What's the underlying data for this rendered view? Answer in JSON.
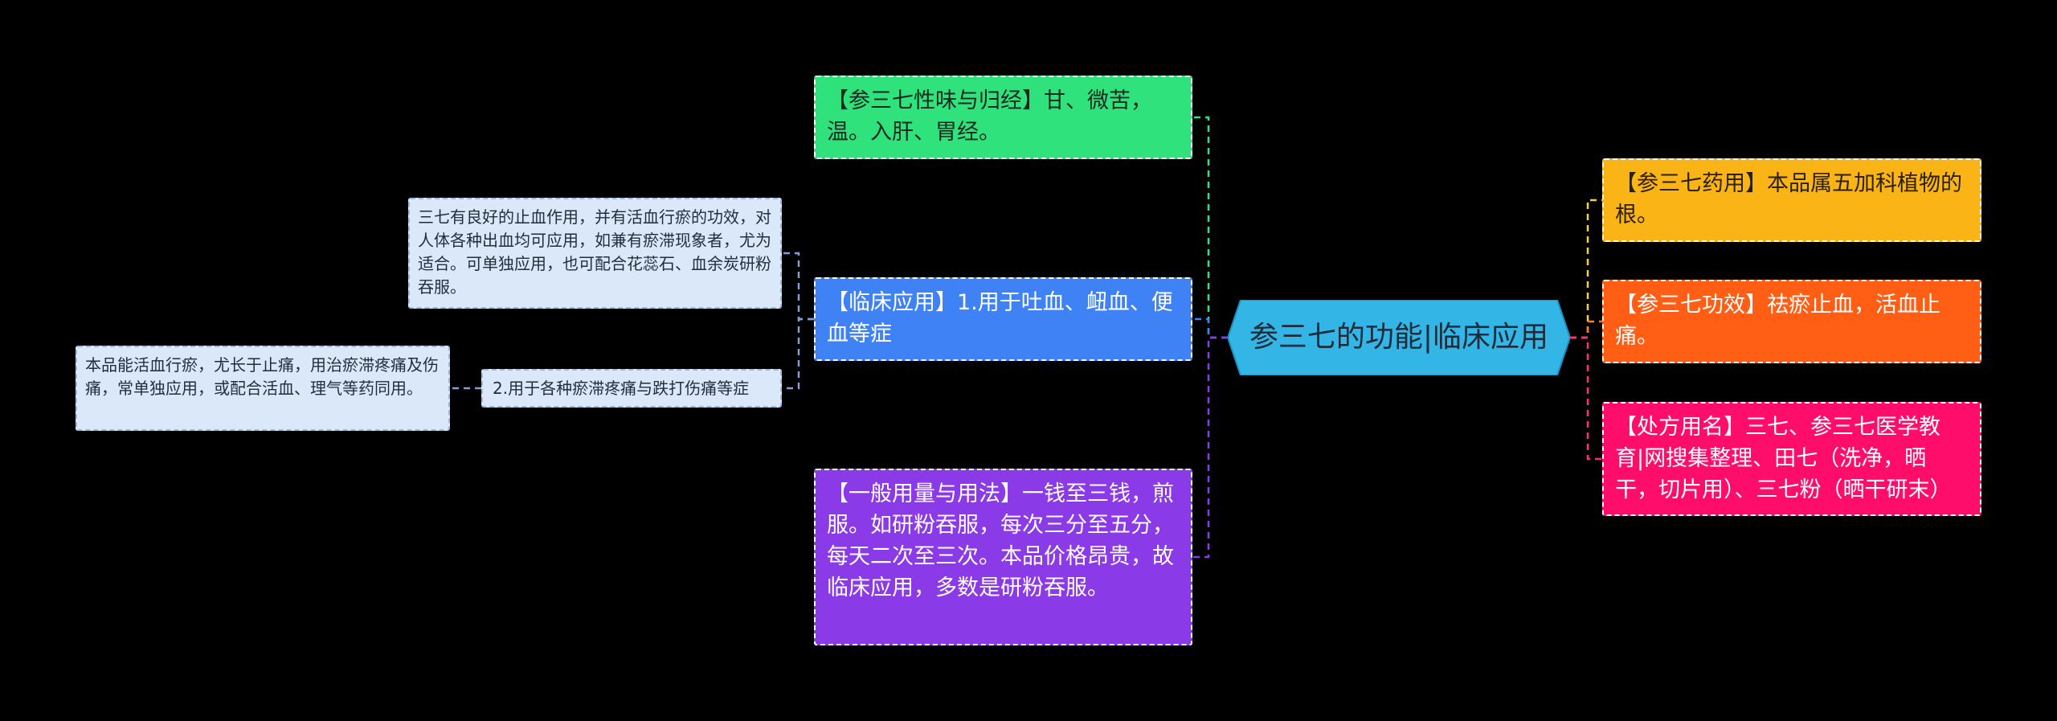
{
  "center": {
    "title": "参三七的功能|临床应用",
    "fill": "#33b5e6"
  },
  "left": {
    "taste": {
      "text": "【参三七性味与归经】甘、微苦，温。入肝、胃经。",
      "fill": "#30e27b",
      "link": "#30e27b"
    },
    "clinical": {
      "text": "【临床应用】1.用于吐血、衄血、便血等症",
      "fill": "#3f82f6",
      "link": "#3f82f6",
      "detail": "三七有良好的止血作用，并有活血行瘀的功效，对人体各种出血均可应用，如兼有瘀滞现象者，尤为适合。可单独应用，也可配合花蕊石、血余炭研粉吞服。",
      "sub": "2.用于各种瘀滞疼痛与跌打伤痛等症",
      "sub_detail": "本品能活血行瘀，尤长于止痛，用治瘀滞疼痛及伤痛，常单独应用，或配合活血、理气等药同用。"
    },
    "dosage": {
      "text": "【一般用量与用法】一钱至三钱，煎服。如研粉吞服，每次三分至五分，每天二次至三次。本品价格昂贵，故临床应用，多数是研粉吞服。",
      "fill": "#8a3ae6",
      "link": "#8a3ae6"
    }
  },
  "right": {
    "medicinal": {
      "text": "【参三七药用】本品属五加科植物的根。",
      "fill": "#fbb415",
      "link": "#f5d23a"
    },
    "efficacy": {
      "text": "【参三七功效】祛瘀止血，活血止痛。",
      "fill": "#ff5e14",
      "link": "#ff7a2a"
    },
    "prescription": {
      "text": "【处方用名】三七、参三七医学教育|网搜集整理、田七（洗净，晒干，切片用）、三七粉（晒干研末）",
      "fill": "#ff0d6a",
      "link": "#ff2b7d"
    }
  },
  "colors": {
    "background": "#000000",
    "light_box": "#dbe8fa",
    "light_link": "#7f9fd6"
  }
}
